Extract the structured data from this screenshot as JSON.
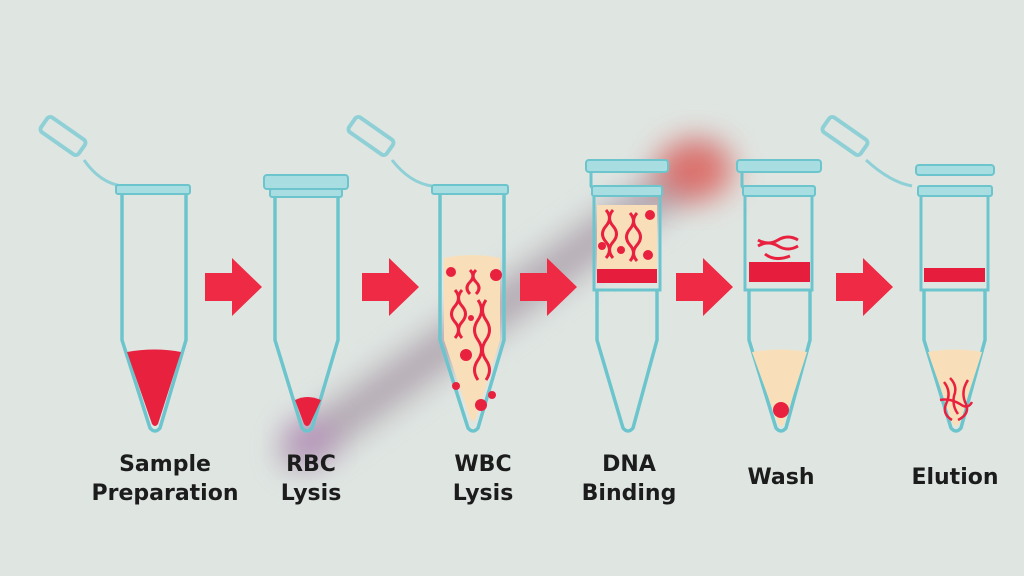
{
  "steps": [
    {
      "label": "Sample\nPreparation"
    },
    {
      "label": "RBC\nLysis"
    },
    {
      "label": "WBC\nLysis"
    },
    {
      "label": "DNA\nBinding"
    },
    {
      "label": "Wash"
    },
    {
      "label": "Elution"
    }
  ],
  "colors": {
    "background": "#dfe6e2",
    "tube_outline": "#6cc5cc",
    "tube_cap": "#a8dde1",
    "blood_red": "#e8213f",
    "lysate_cream": "#f8dfba",
    "arrow_red": "#ee2a44",
    "silica_membrane": "#e61d3d"
  },
  "icons": [
    "microtube-open-icon",
    "microtube-closed-icon",
    "spin-column-icon",
    "right-arrow-icon",
    "dna-strand-icon"
  ]
}
